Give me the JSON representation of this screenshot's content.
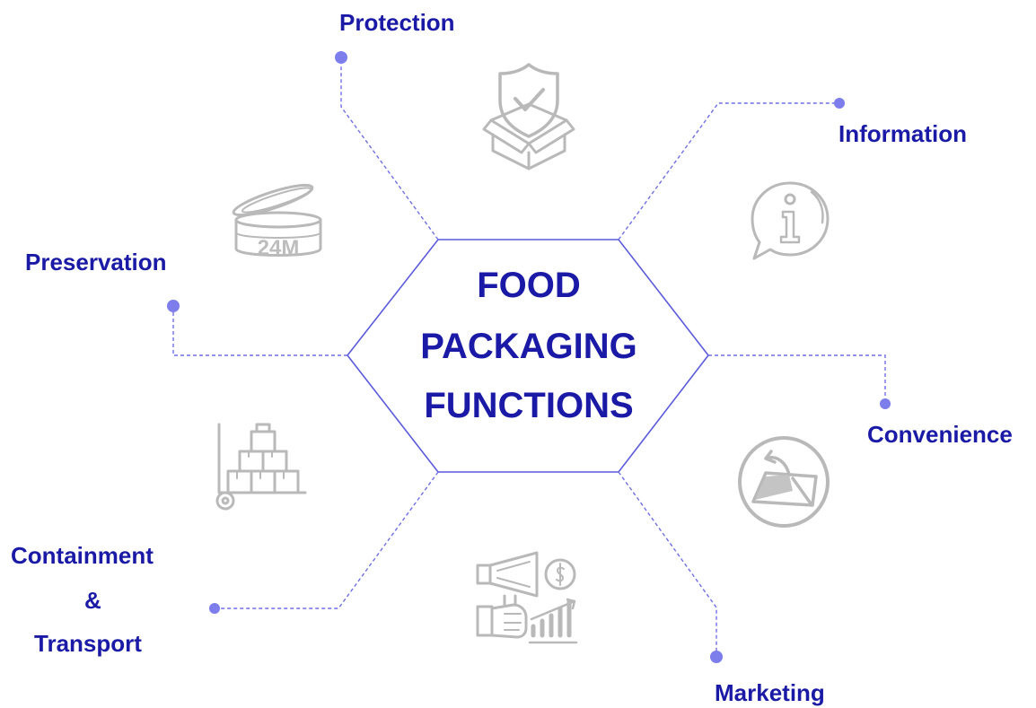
{
  "title_lines": [
    "FOOD",
    "PACKAGING",
    "FUNCTIONS"
  ],
  "functions": {
    "protection": {
      "label": "Protection",
      "icon": "shield-box-icon"
    },
    "information": {
      "label": "Information",
      "icon": "info-speech-bubble-icon"
    },
    "preservation": {
      "label": "Preservation",
      "icon": "open-jar-24m-icon"
    },
    "convenience": {
      "label": "Convenience",
      "icon": "easy-open-package-icon"
    },
    "containment": {
      "label_lines": [
        "Containment",
        "&",
        "Transport"
      ],
      "icon": "hand-truck-boxes-icon"
    },
    "marketing": {
      "label": "Marketing",
      "icon": "megaphone-growth-icon"
    }
  },
  "jar_text": "24M",
  "colors": {
    "text": "#1a1aa6",
    "hexagon": "#5a5adc",
    "connector": "#6f6fe6",
    "dot": "#7d7dec",
    "icon": "#b9b9b9"
  }
}
